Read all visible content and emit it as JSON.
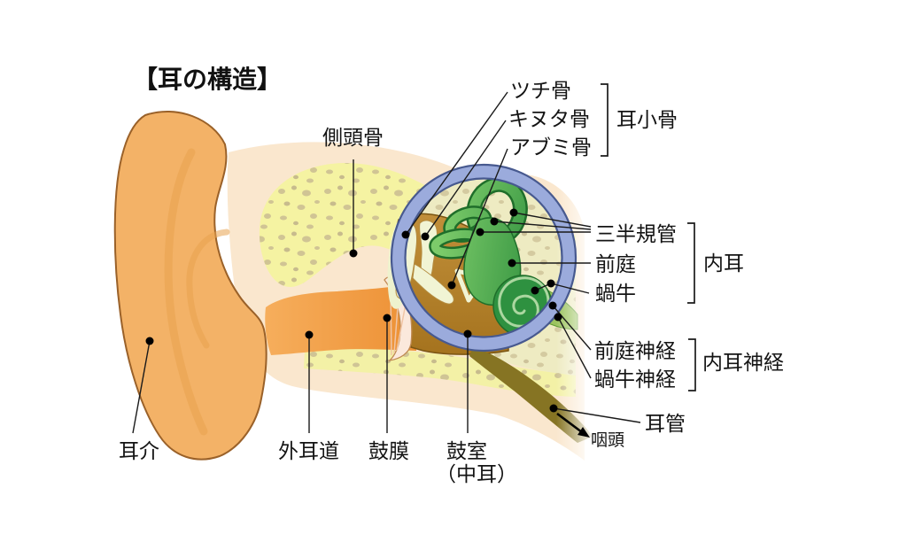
{
  "diagram": {
    "title": "【耳の構造】",
    "parts": {
      "temporal_bone": "側頭骨",
      "malleus": "ツチ骨",
      "incus": "キヌタ骨",
      "stapes": "アブミ骨",
      "ossicles": "耳小骨",
      "semicircular_canals": "三半規管",
      "vestibule": "前庭",
      "cochlea": "蝸牛",
      "inner_ear": "内耳",
      "vestibular_nerve": "前庭神経",
      "cochlear_nerve": "蝸牛神経",
      "inner_ear_nerve": "内耳神経",
      "eustachian_tube": "耳管",
      "pharynx": "咽頭",
      "auricle": "耳介",
      "external_auditory_canal": "外耳道",
      "eardrum": "鼓膜",
      "tympanic_cavity": "鼓室",
      "tympanic_cavity_note": "（中耳）"
    },
    "colors": {
      "highlight_ring": "#9BABDC",
      "ring_edge": "#47598F",
      "inner_ear_green": "#3AA347",
      "skin_peach": "#FAE7CE",
      "bone_yellow": "#F5F3A2",
      "canal_orange": "#EF9A3F",
      "cavity_brown": "#B5812F",
      "tube_olive": "#867423",
      "pinna_orange": "#F3B267",
      "text": "#141414"
    }
  }
}
